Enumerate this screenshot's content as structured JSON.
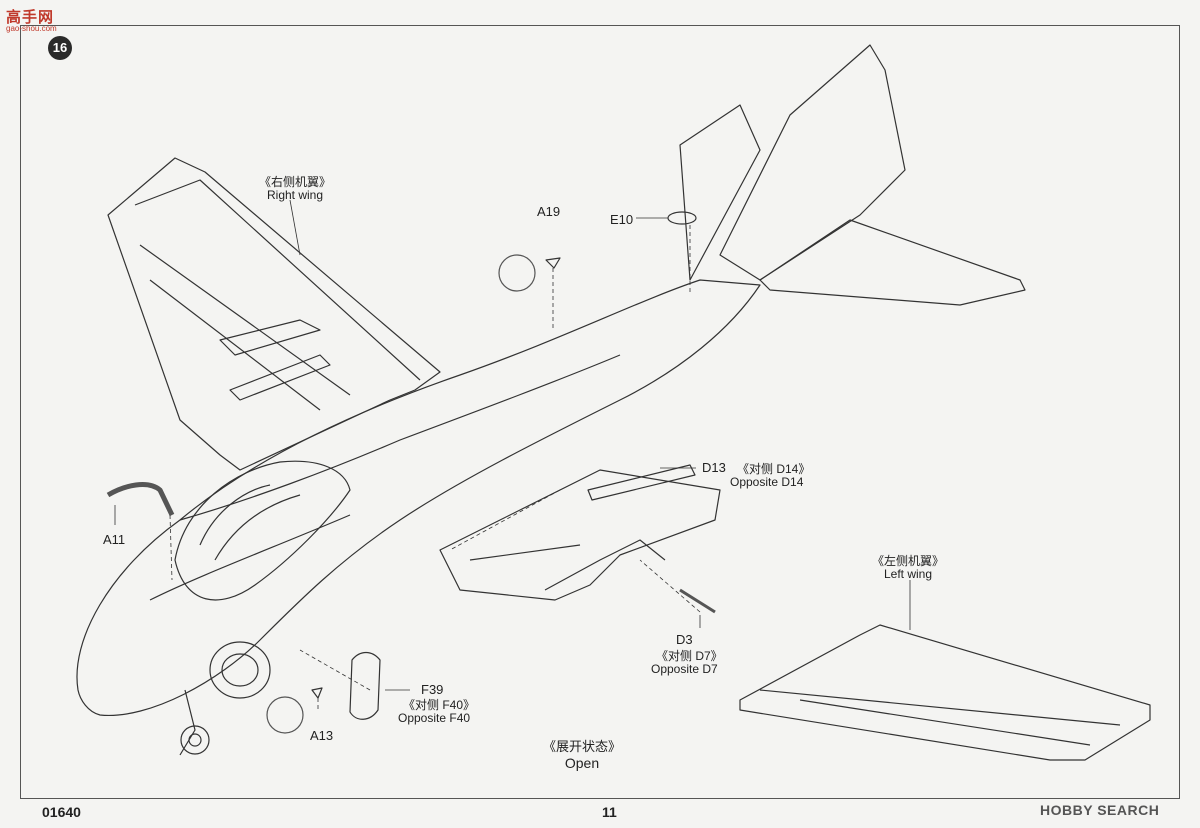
{
  "watermark_site": {
    "logo": "高手网",
    "url": "gao-shou.com"
  },
  "step_number": "16",
  "labels": {
    "right_wing_cn": "《右侧机翼》",
    "right_wing_en": "Right wing",
    "left_wing_cn": "《左侧机翼》",
    "left_wing_en": "Left wing",
    "open_cn": "《展开状态》",
    "open_en": "Open"
  },
  "parts": {
    "a19": "A19",
    "e10": "E10",
    "a11": "A11",
    "a13": "A13",
    "d13": "D13",
    "d13_opp_cn": "《对侧 D14》",
    "d13_opp_en": "Opposite D14",
    "d3": "D3",
    "d3_opp_cn": "《对侧 D7》",
    "d3_opp_en": "Opposite D7",
    "f39": "F39",
    "f39_opp_cn": "《对侧 F40》",
    "f39_opp_en": "Opposite F40"
  },
  "footer": {
    "product_code": "01640",
    "page_number": "11",
    "watermark": "HOBBY SEARCH"
  }
}
